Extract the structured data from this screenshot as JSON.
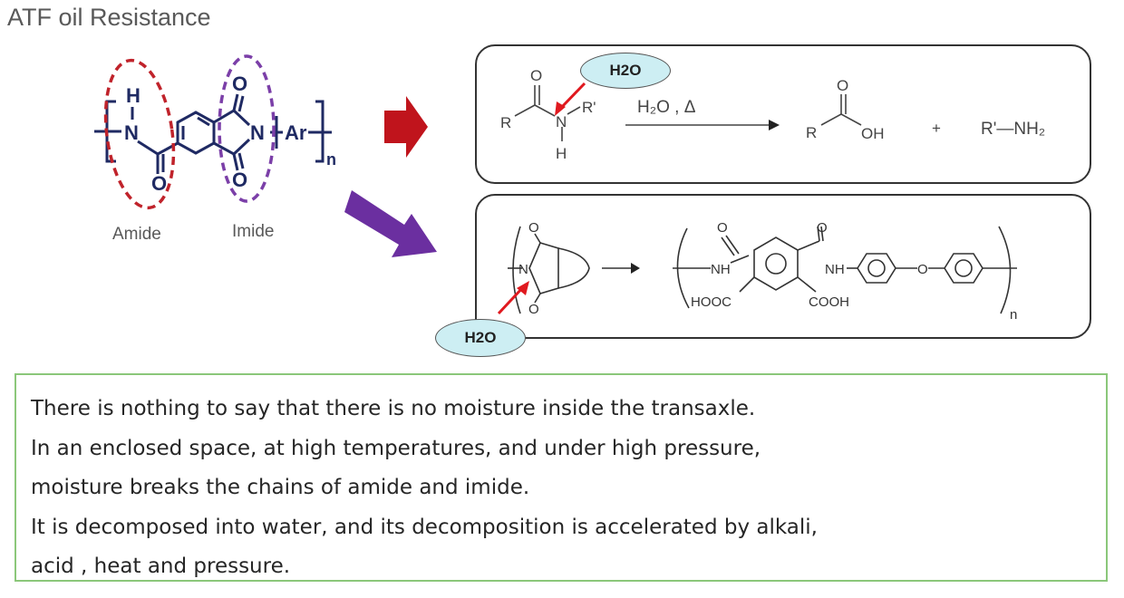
{
  "title": "ATF oil Resistance",
  "structure": {
    "amide_label": "Amide",
    "imide_label": "Imide",
    "atoms": {
      "h": "H",
      "n": "N",
      "o": "O",
      "ar": "Ar",
      "sub": "n"
    }
  },
  "reaction_top": {
    "reactant_r": "R",
    "reactant_rp": "R'",
    "reactant_n": "N",
    "reactant_h": "H",
    "reactant_o": "O",
    "bubble": "H2O",
    "condition": "H₂O , Δ",
    "product1_r": "R",
    "product1_o": "O",
    "product1_oh": "OH",
    "plus": "+",
    "product2": "R'—NH₂"
  },
  "reaction_bottom": {
    "bubble": "H2O",
    "n_label": "N",
    "o_label": "O",
    "nh1": "NH",
    "nh2": "NH",
    "hooc": "HOOC",
    "cooh": "COOH",
    "ether_o": "O",
    "sub": "n"
  },
  "colors": {
    "amide_ring": "#c0232b",
    "imide_ring": "#7b3fa8",
    "arrow_red": "#c0141c",
    "arrow_purple": "#6b2fa0",
    "structure_blue": "#1f2a63",
    "bubble_fill": "#cdeef3",
    "text_border": "#8bc77a"
  },
  "body_text": [
    "There is nothing to say that there is no moisture inside the transaxle.",
    "In an enclosed space, at high temperatures, and under high pressure,",
    "moisture breaks the chains of amide and imide.",
    "It is decomposed into water, and its decomposition is accelerated by alkali,",
    "acid , heat and pressure."
  ]
}
